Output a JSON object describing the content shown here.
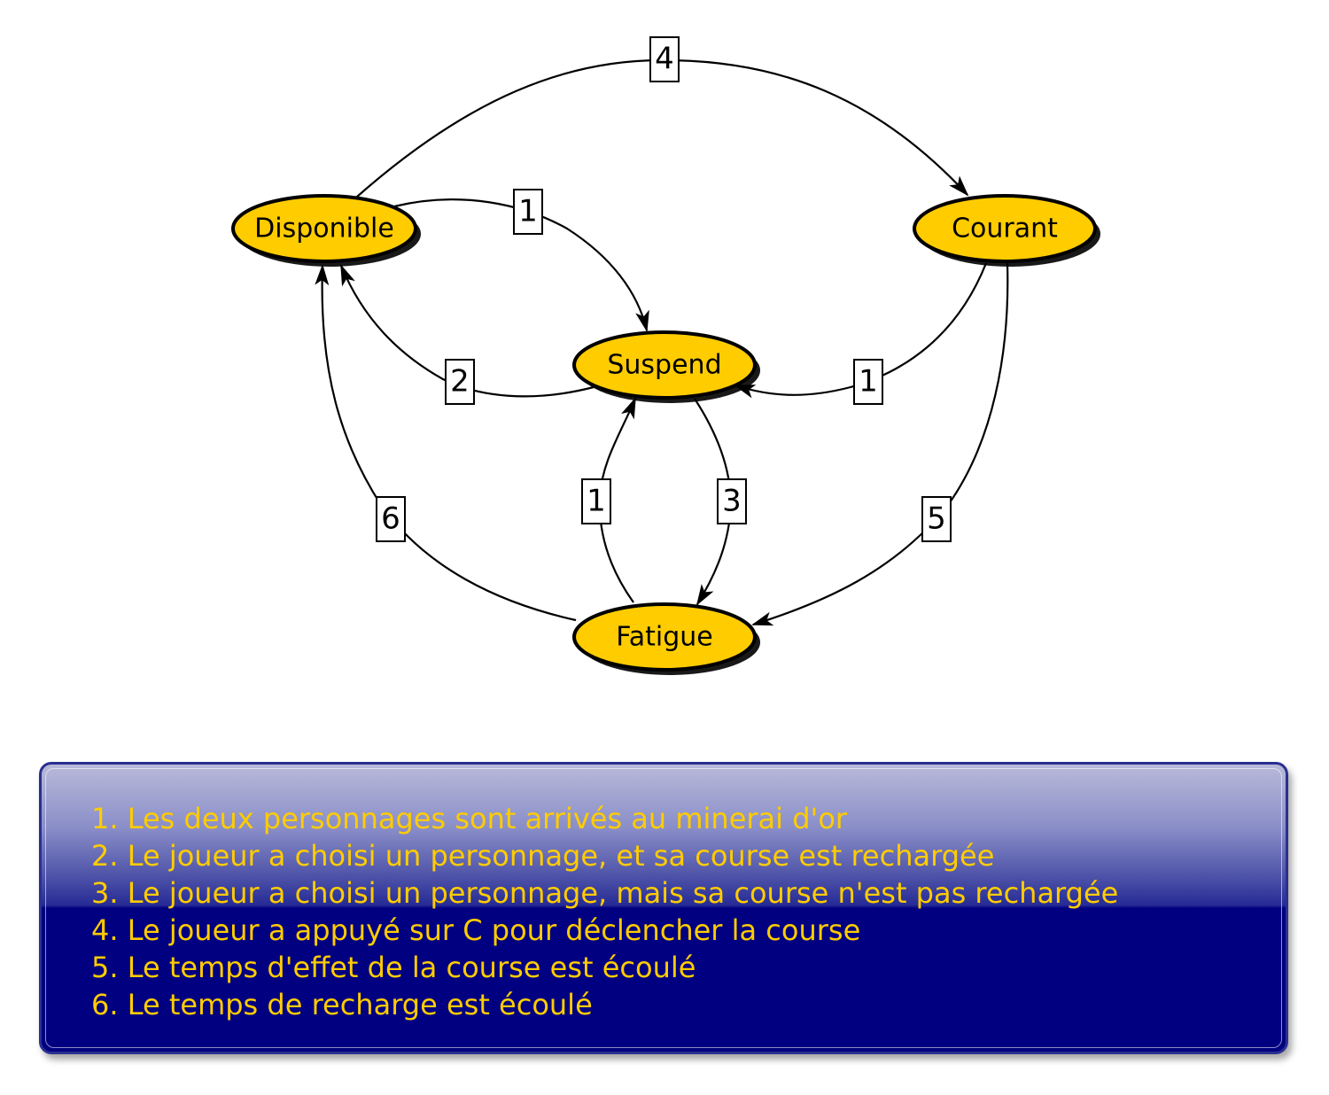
{
  "nodes": {
    "disponible": "Disponible",
    "courant": "Courant",
    "suspend": "Suspend",
    "fatigue": "Fatigue"
  },
  "edges": {
    "disponible_courant": "4",
    "disponible_suspend": "1",
    "suspend_disponible": "2",
    "courant_suspend": "1",
    "fatigue_suspend": "1",
    "suspend_fatigue": "3",
    "fatigue_disponible": "6",
    "courant_fatigue": "5"
  },
  "legend": {
    "items": [
      "1. Les deux personnages sont arrivés au minerai d'or",
      "2. Le joueur a choisi un personnage, et sa course est rechargée",
      "3. Le joueur a choisi un personnage, mais sa course n'est pas rechargée",
      "4. Le joueur a appuyé sur C pour déclencher la course",
      "5. Le temps d'effet de la course est écoulé",
      "6. Le temps de recharge est écoulé"
    ]
  },
  "colors": {
    "node_fill": "#ffcc00",
    "node_stroke": "#000000",
    "legend_text": "#ffcc00",
    "legend_background": "#000080"
  }
}
